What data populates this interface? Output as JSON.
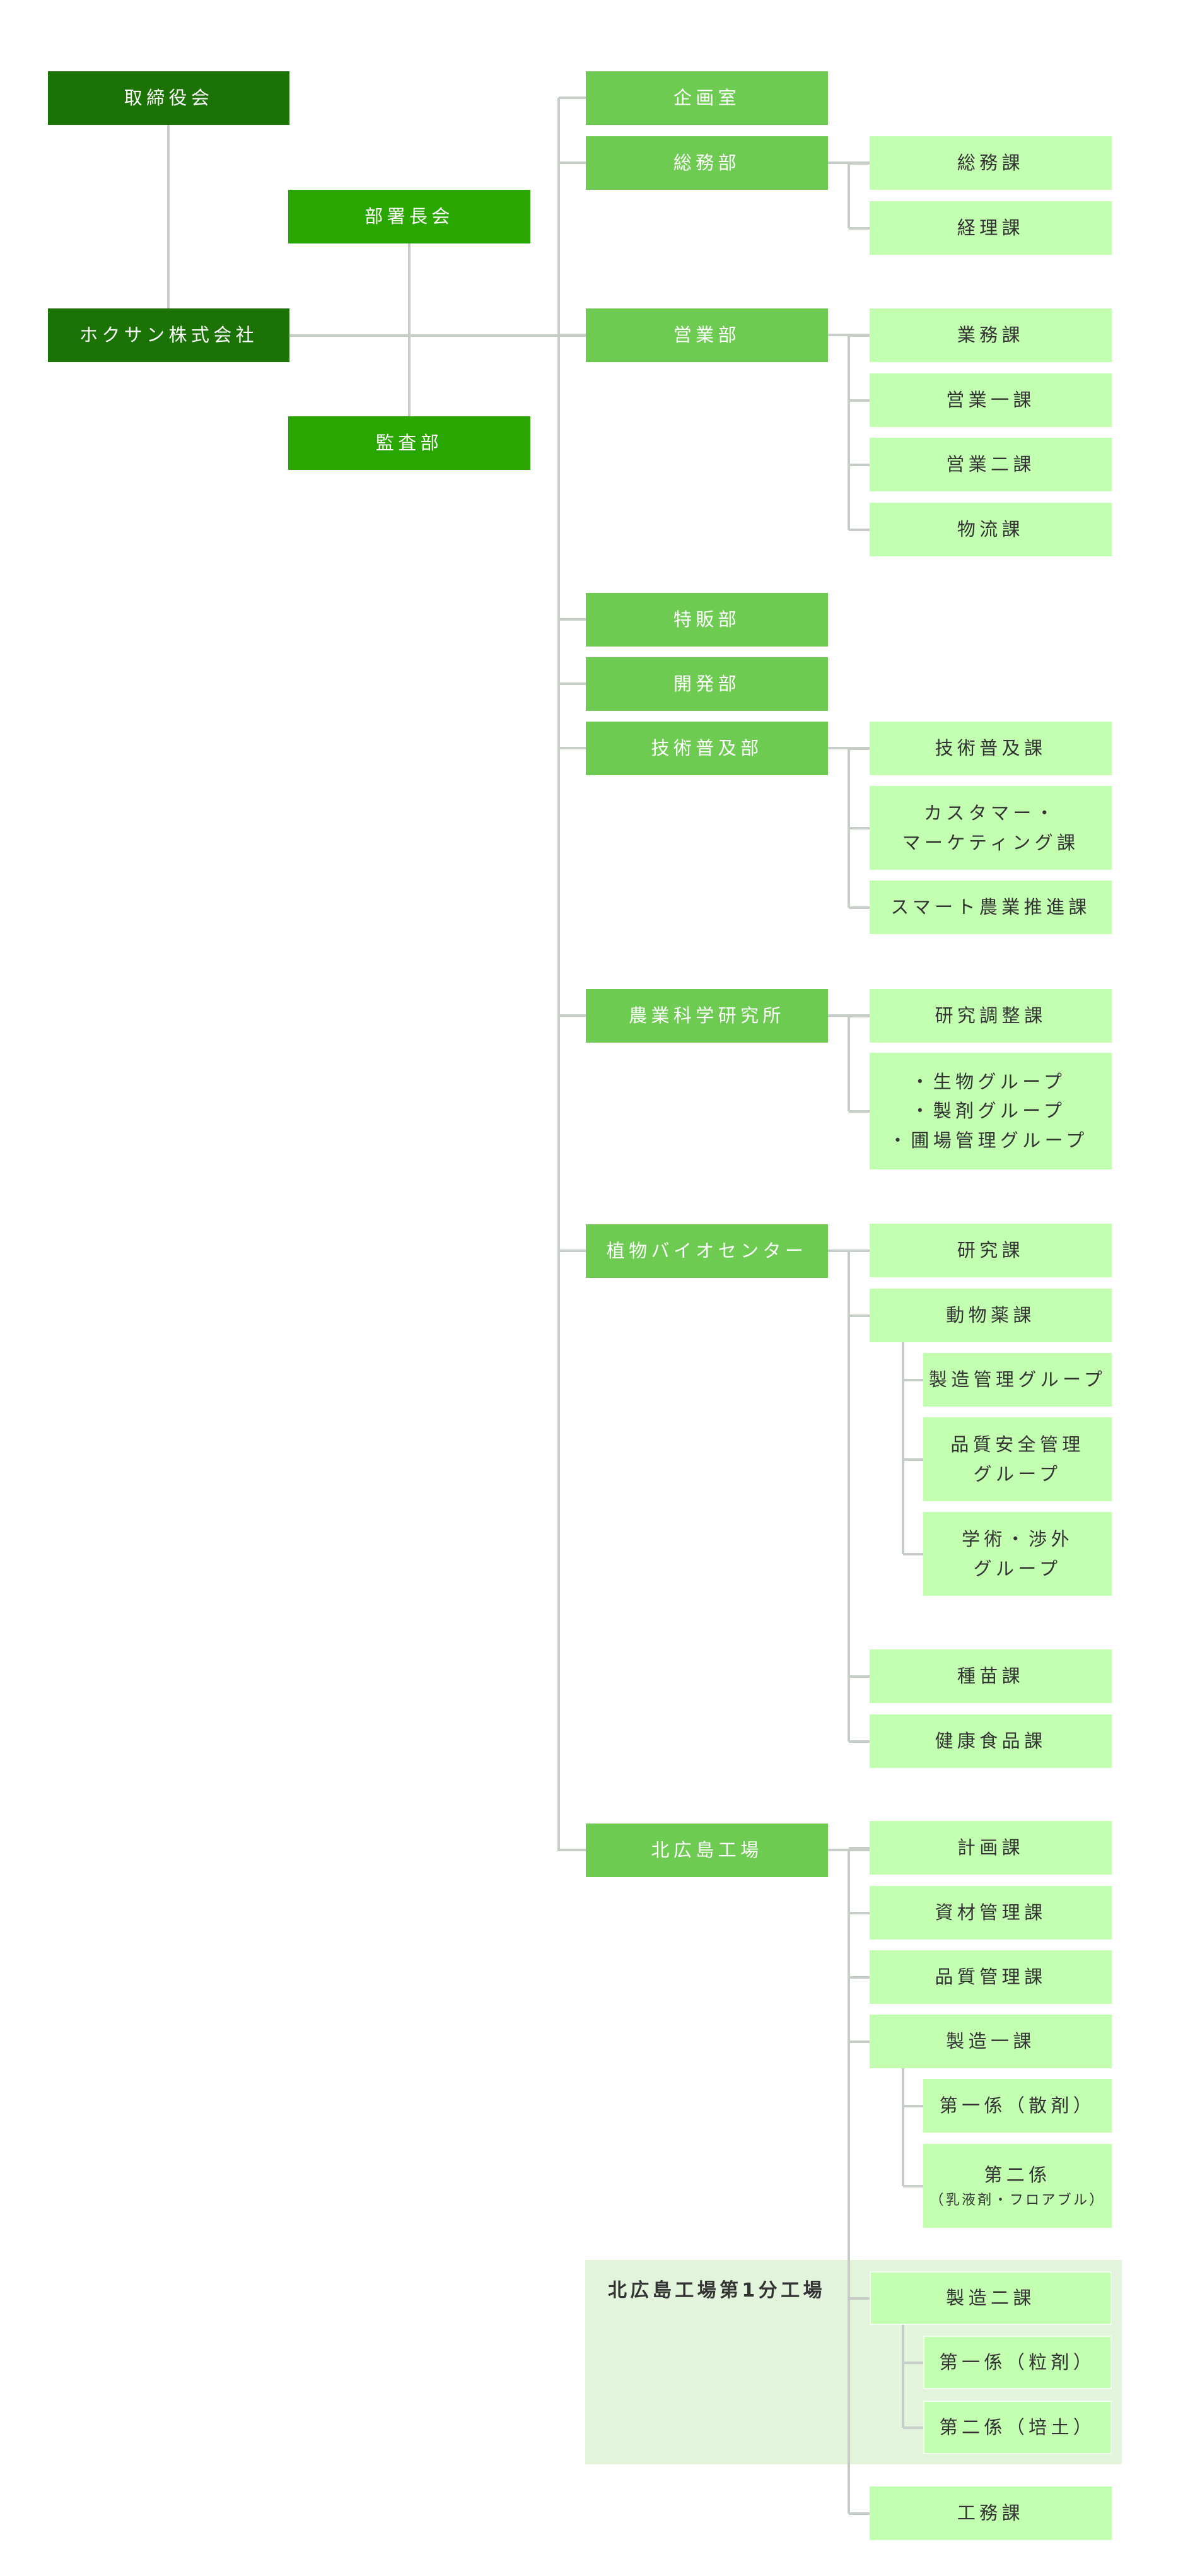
{
  "board": "取締役会",
  "company": "ホクサン株式会社",
  "managers_meeting": "部署長会",
  "audit": "監査部",
  "branch_factory_label": "北広島工場第1分工場",
  "colors": {
    "dark": "#1a7304",
    "mid": "#2aa600",
    "dept": "#6ecb52",
    "section": "#c2ffb0",
    "branch_area": "#e3f4dc",
    "line": "#c6ccc6"
  },
  "departments": [
    {
      "name": "企画室",
      "sections": []
    },
    {
      "name": "総務部",
      "sections": [
        {
          "name": "総務課"
        },
        {
          "name": "経理課"
        }
      ]
    },
    {
      "name": "営業部",
      "sections": [
        {
          "name": "業務課"
        },
        {
          "name": "営業一課"
        },
        {
          "name": "営業二課"
        },
        {
          "name": "物流課"
        }
      ]
    },
    {
      "name": "特販部",
      "sections": []
    },
    {
      "name": "開発部",
      "sections": []
    },
    {
      "name": "技術普及部",
      "sections": [
        {
          "name": "技術普及課"
        },
        {
          "name": "カスタマー・\nマーケティング課"
        },
        {
          "name": "スマート農業推進課"
        }
      ]
    },
    {
      "name": "農業科学研究所",
      "sections": [
        {
          "name": "研究調整課"
        },
        {
          "name": "・生物グループ\n・製剤グループ\n・圃場管理グループ"
        }
      ]
    },
    {
      "name": "植物バイオセンター",
      "sections": [
        {
          "name": "研究課"
        },
        {
          "name": "動物薬課",
          "subs": [
            {
              "name": "製造管理グループ"
            },
            {
              "name": "品質安全管理\nグループ"
            },
            {
              "name": "学術・渉外\nグループ"
            }
          ]
        },
        {
          "name": "種苗課"
        },
        {
          "name": "健康食品課"
        }
      ]
    },
    {
      "name": "北広島工場",
      "sections": [
        {
          "name": "計画課"
        },
        {
          "name": "資材管理課"
        },
        {
          "name": "品質管理課"
        },
        {
          "name": "製造一課",
          "subs": [
            {
              "name": "第一係（散剤）"
            },
            {
              "name": "第二係",
              "note": "（乳液剤・フロアブル）"
            }
          ]
        },
        {
          "name": "製造二課",
          "subs": [
            {
              "name": "第一係（粒剤）"
            },
            {
              "name": "第二係（培土）"
            }
          ]
        },
        {
          "name": "工務課"
        }
      ]
    }
  ]
}
